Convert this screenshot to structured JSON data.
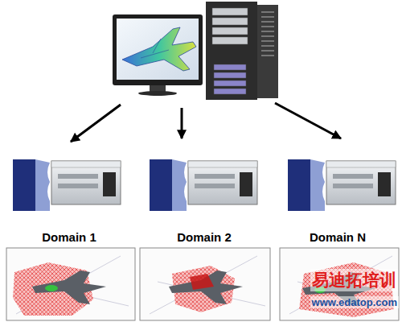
{
  "diagram": {
    "nodes": [
      {
        "text": [
          "Domain 1"
        ]
      },
      {
        "text": [
          "Domain 2"
        ]
      },
      {
        "text": [
          "Domain N"
        ]
      }
    ],
    "labels": [
      "易迪拓培训",
      "www.edatop.com"
    ]
  }
}
